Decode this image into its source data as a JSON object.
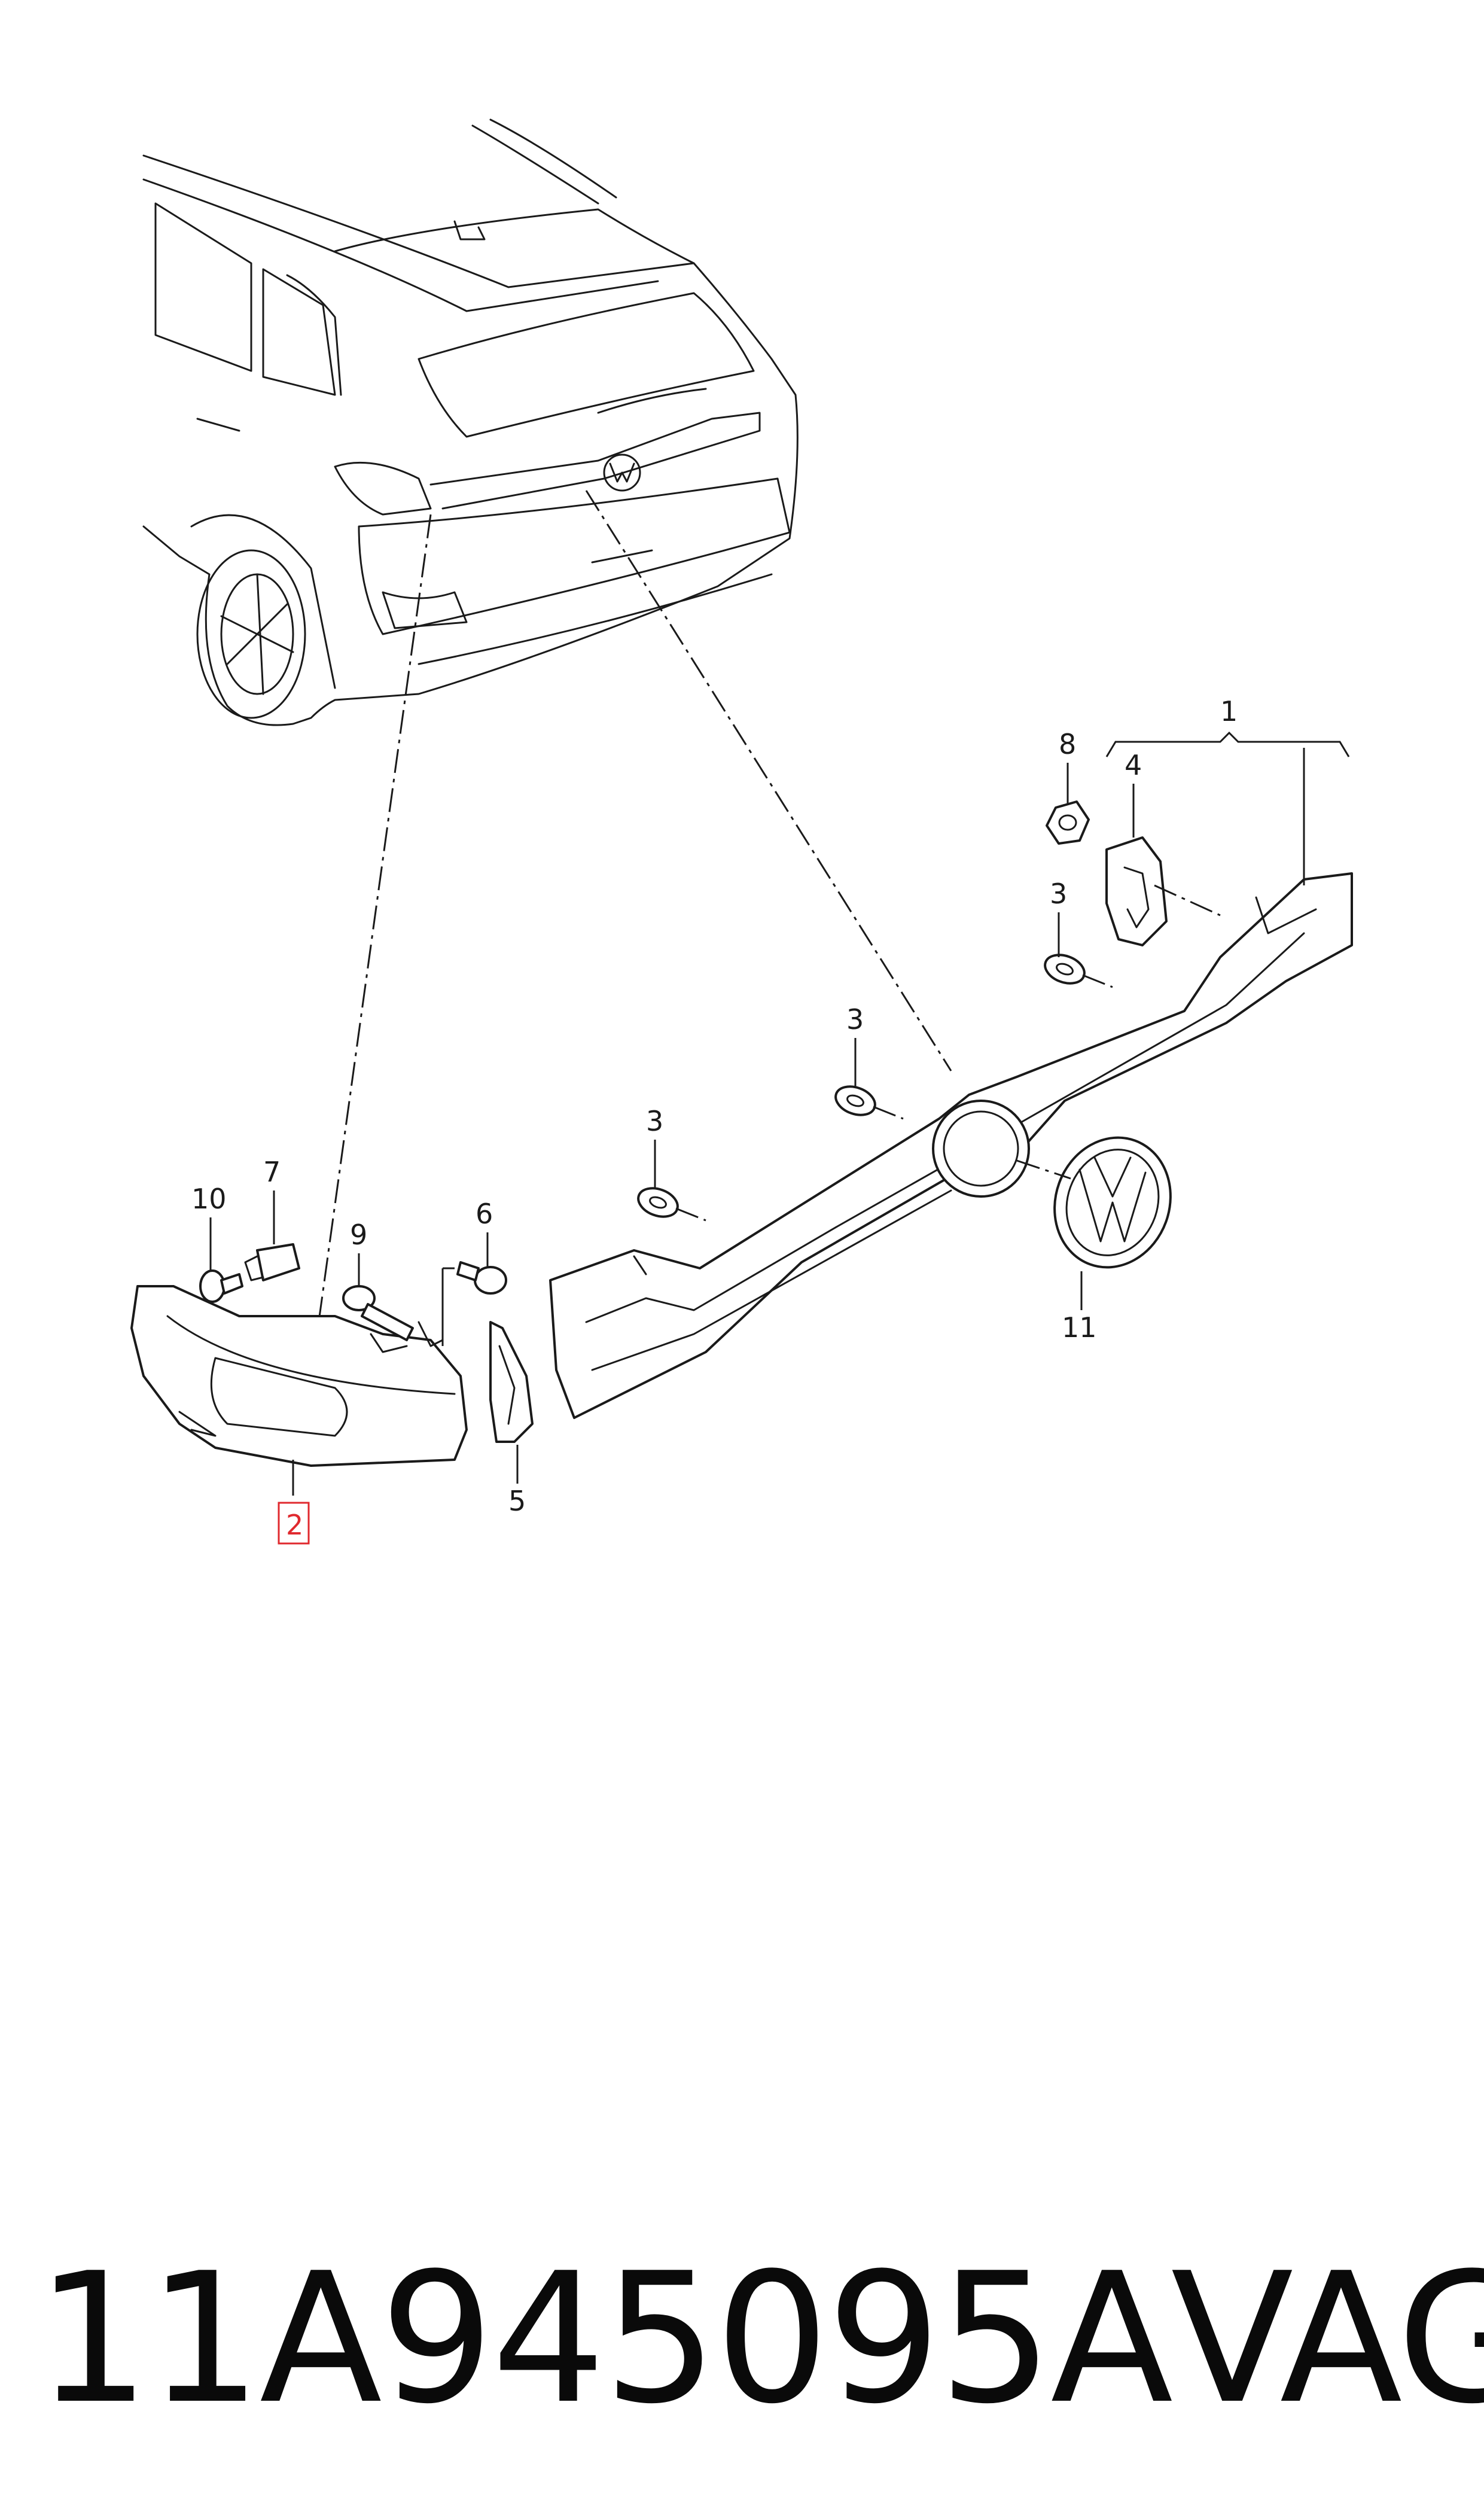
{
  "callouts": {
    "c1": "1",
    "c2": "2",
    "c3a": "3",
    "c3b": "3",
    "c3c": "3",
    "c4": "4",
    "c5": "5",
    "c6": "6",
    "c7": "7",
    "c8": "8",
    "c9": "9",
    "c10": "10",
    "c11": "11"
  },
  "highlight": {
    "color": "#e0292e"
  },
  "caption": {
    "part_number": "11A945095A",
    "brand": "VAG"
  }
}
